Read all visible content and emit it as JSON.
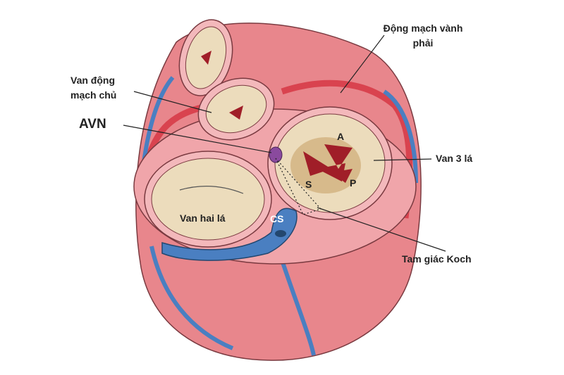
{
  "labels": {
    "right_coronary_line1": "Động mạch vành",
    "right_coronary_line2": "phải",
    "aortic_valve_line1": "Van động",
    "aortic_valve_line2": "mạch chủ",
    "avn": "AVN",
    "tricuspid": "Van 3 lá",
    "mitral": "Van hai lá",
    "cs": "CS",
    "koch": "Tam giác Koch",
    "leaflet_a": "A",
    "leaflet_s": "S",
    "leaflet_p": "P"
  },
  "colors": {
    "myocardium": "#e8868c",
    "artery": "#d9434f",
    "vein": "#4a7fc1",
    "valve": "#ecdcbc",
    "avn": "#8a4a9e"
  }
}
